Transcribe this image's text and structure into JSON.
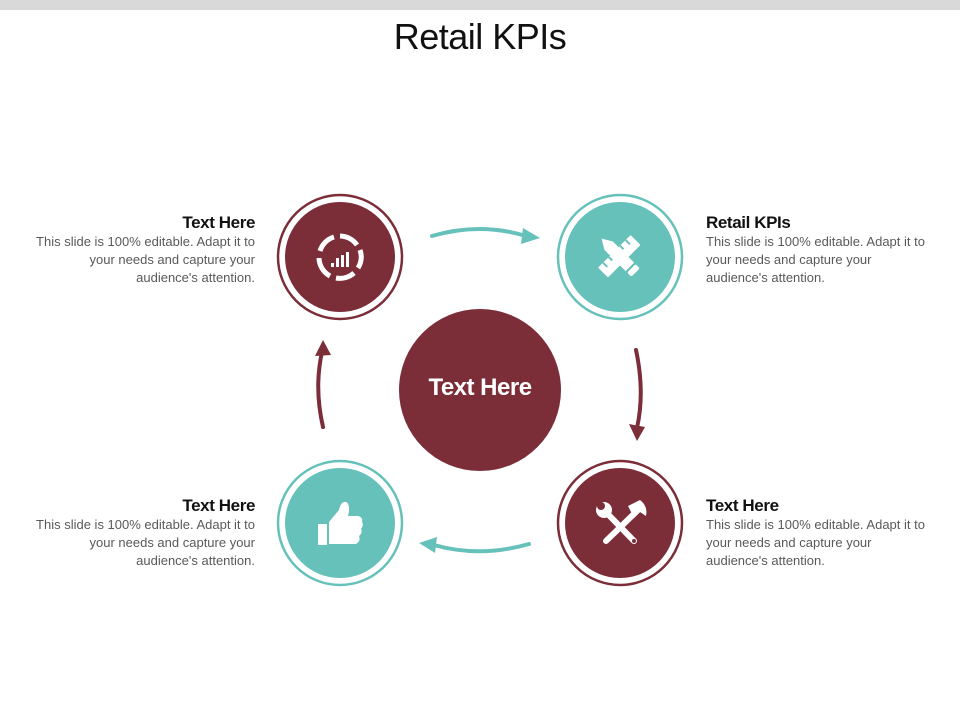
{
  "slide": {
    "title": "Retail KPIs",
    "center": {
      "label": "Text Here",
      "color": "#7b2d38"
    },
    "colors": {
      "maroon": "#7b2d38",
      "teal": "#66c1bb",
      "top_bar": "#d9d9d9"
    },
    "nodes": [
      {
        "position": "top-left",
        "icon": "chart-donut-bars-icon",
        "color": "#7b2d38",
        "heading": "Text Here",
        "body": "This slide is 100% editable. Adapt it to your needs and capture your audience's attention."
      },
      {
        "position": "top-right",
        "icon": "pencil-ruler-icon",
        "color": "#66c1bb",
        "heading": "Retail KPIs",
        "body": "This slide is 100% editable. Adapt it to your needs and capture your audience's attention."
      },
      {
        "position": "bottom-right",
        "icon": "wrench-hammer-icon",
        "color": "#7b2d38",
        "heading": "Text Here",
        "body": "This slide is 100% editable. Adapt it to your needs and capture your audience's attention."
      },
      {
        "position": "bottom-left",
        "icon": "thumbs-up-icon",
        "color": "#66c1bb",
        "heading": "Text Here",
        "body": "This slide is 100% editable. Adapt it to your needs and capture your audience's attention."
      }
    ],
    "arrows": [
      {
        "from": "top-left",
        "to": "top-right",
        "color": "#66c1bb"
      },
      {
        "from": "top-right",
        "to": "bottom-right",
        "color": "#7b2d38"
      },
      {
        "from": "bottom-right",
        "to": "bottom-left",
        "color": "#66c1bb"
      },
      {
        "from": "bottom-left",
        "to": "top-left",
        "color": "#7b2d38"
      }
    ]
  }
}
